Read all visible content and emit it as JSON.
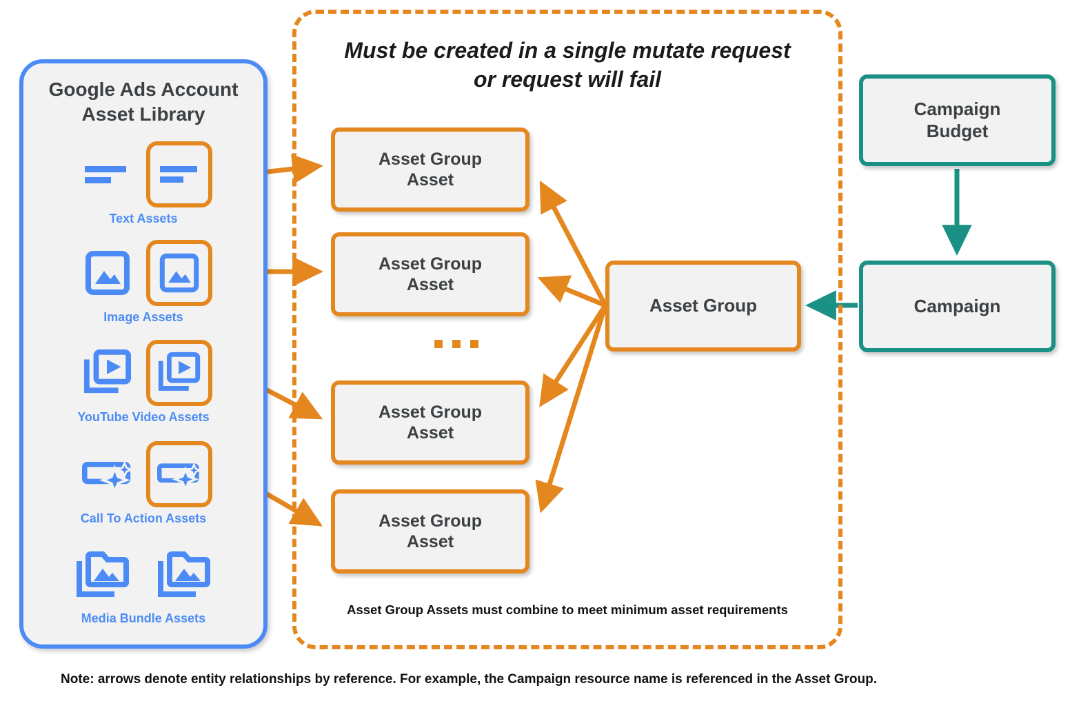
{
  "library": {
    "title_line1": "Google Ads Account",
    "title_line2": "Asset Library",
    "assets": [
      {
        "caption": "Text Assets",
        "icon": "text-lines-icon"
      },
      {
        "caption": "Image Assets",
        "icon": "image-icon"
      },
      {
        "caption": "YouTube Video  Assets",
        "icon": "video-stack-icon"
      },
      {
        "caption": "Call To Action Assets",
        "icon": "call-to-action-sparkle-icon"
      },
      {
        "caption": "Media Bundle  Assets",
        "icon": "media-bundle-folder-icon"
      }
    ]
  },
  "mutate_box": {
    "title_line1": "Must be created in a single mutate request",
    "title_line2": "or request will fail",
    "footnote": "Asset Group Assets must combine to meet minimum asset requirements",
    "ellipsis": "..."
  },
  "nodes": {
    "asset_group_asset_1": {
      "line1": "Asset Group",
      "line2": "Asset"
    },
    "asset_group_asset_2": {
      "line1": "Asset Group",
      "line2": "Asset"
    },
    "asset_group_asset_3": {
      "line1": "Asset Group",
      "line2": "Asset"
    },
    "asset_group_asset_4": {
      "line1": "Asset Group",
      "line2": "Asset"
    },
    "asset_group": {
      "label": "Asset Group"
    },
    "campaign_budget": {
      "line1": "Campaign",
      "line2": "Budget"
    },
    "campaign": {
      "label": "Campaign"
    }
  },
  "note": "Note: arrows denote entity relationships by reference. For example, the Campaign resource name is referenced in the Asset Group.",
  "colors": {
    "orange": "#E5871F",
    "blue": "#4C8BF5",
    "teal": "#1A9184",
    "node_fill": "#F2F2F2",
    "text_dark": "#3C4043"
  }
}
